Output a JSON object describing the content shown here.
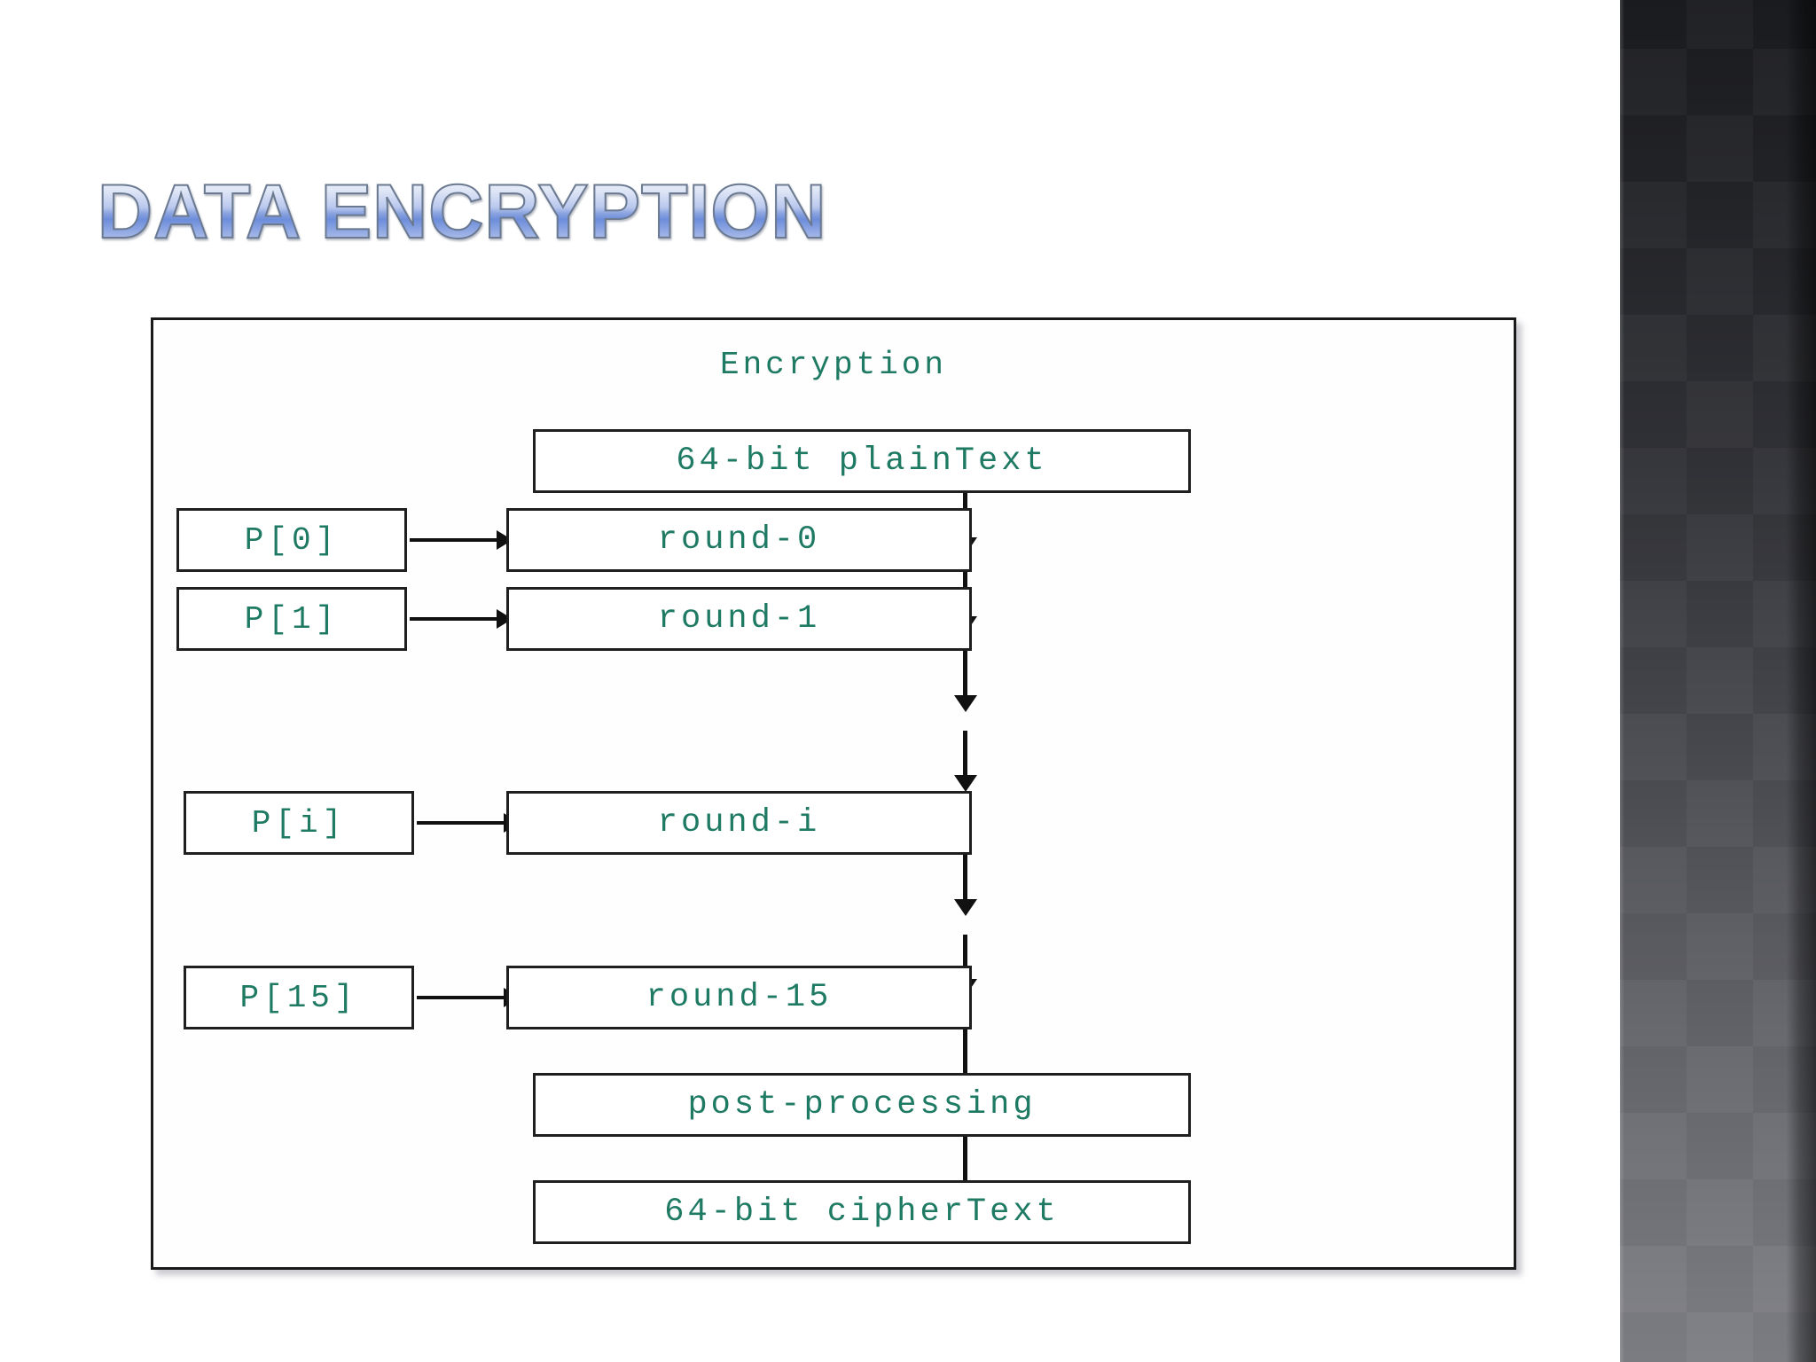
{
  "slide": {
    "title": "Data Encryption",
    "background_color": "#ffffff",
    "accent_color": "#6d8ddb",
    "diagram_text_color": "#1e7a63",
    "sidebar_top_color": "#1b1c20",
    "sidebar_bottom_color": "#7e7f85"
  },
  "diagram": {
    "caption": "Encryption",
    "input_box": {
      "label": "64-bit plainText"
    },
    "rounds": [
      {
        "key_label": "P[0]",
        "round_label": "round-0"
      },
      {
        "key_label": "P[1]",
        "round_label": "round-1"
      },
      {
        "key_label": "P[i]",
        "round_label": "round-i"
      },
      {
        "key_label": "P[15]",
        "round_label": "round-15"
      }
    ],
    "post_processing_box": {
      "label": "post-processing"
    },
    "output_box": {
      "label": "64-bit cipherText"
    }
  }
}
